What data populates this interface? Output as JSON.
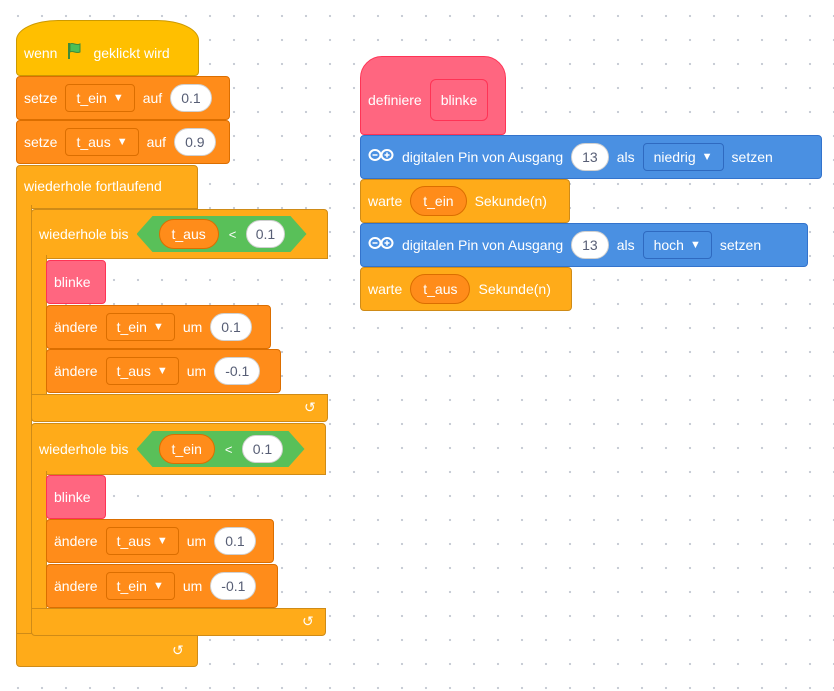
{
  "script1": {
    "hat": {
      "prefix": "wenn",
      "suffix": "geklickt wird",
      "icon": "green-flag-icon"
    },
    "set1": {
      "label": "setze",
      "var": "t_ein",
      "mid": "auf",
      "value": "0.1"
    },
    "set2": {
      "label": "setze",
      "var": "t_aus",
      "mid": "auf",
      "value": "0.9"
    },
    "forever": {
      "label": "wiederhole fortlaufend"
    },
    "loop1": {
      "label": "wiederhole bis",
      "cond_var": "t_aus",
      "cond_op": "<",
      "cond_val": "0.1",
      "call": "blinke",
      "change1": {
        "label": "ändere",
        "var": "t_ein",
        "mid": "um",
        "value": "0.1"
      },
      "change2": {
        "label": "ändere",
        "var": "t_aus",
        "mid": "um",
        "value": "-0.1"
      }
    },
    "loop2": {
      "label": "wiederhole bis",
      "cond_var": "t_ein",
      "cond_op": "<",
      "cond_val": "0.1",
      "call": "blinke",
      "change1": {
        "label": "ändere",
        "var": "t_aus",
        "mid": "um",
        "value": "0.1"
      },
      "change2": {
        "label": "ändere",
        "var": "t_ein",
        "mid": "um",
        "value": "-0.1"
      }
    },
    "loop_arrow": "↺"
  },
  "script2": {
    "define": {
      "label": "definiere",
      "name": "blinke"
    },
    "pin1": {
      "label": "digitalen Pin von Ausgang",
      "pin": "13",
      "mid": "als",
      "state": "niedrig",
      "suffix": "setzen"
    },
    "wait1": {
      "label": "warte",
      "var": "t_ein",
      "suffix": "Sekunde(n)"
    },
    "pin2": {
      "label": "digitalen Pin von Ausgang",
      "pin": "13",
      "mid": "als",
      "state": "hoch",
      "suffix": "setzen"
    },
    "wait2": {
      "label": "warte",
      "var": "t_aus",
      "suffix": "Sekunde(n)"
    }
  },
  "colors": {
    "control": "#ffab19",
    "event": "#ffbf00",
    "variables": "#ff8c1a",
    "procedure": "#ff6680",
    "arduino": "#4a90e2",
    "operator": "#59c059"
  }
}
